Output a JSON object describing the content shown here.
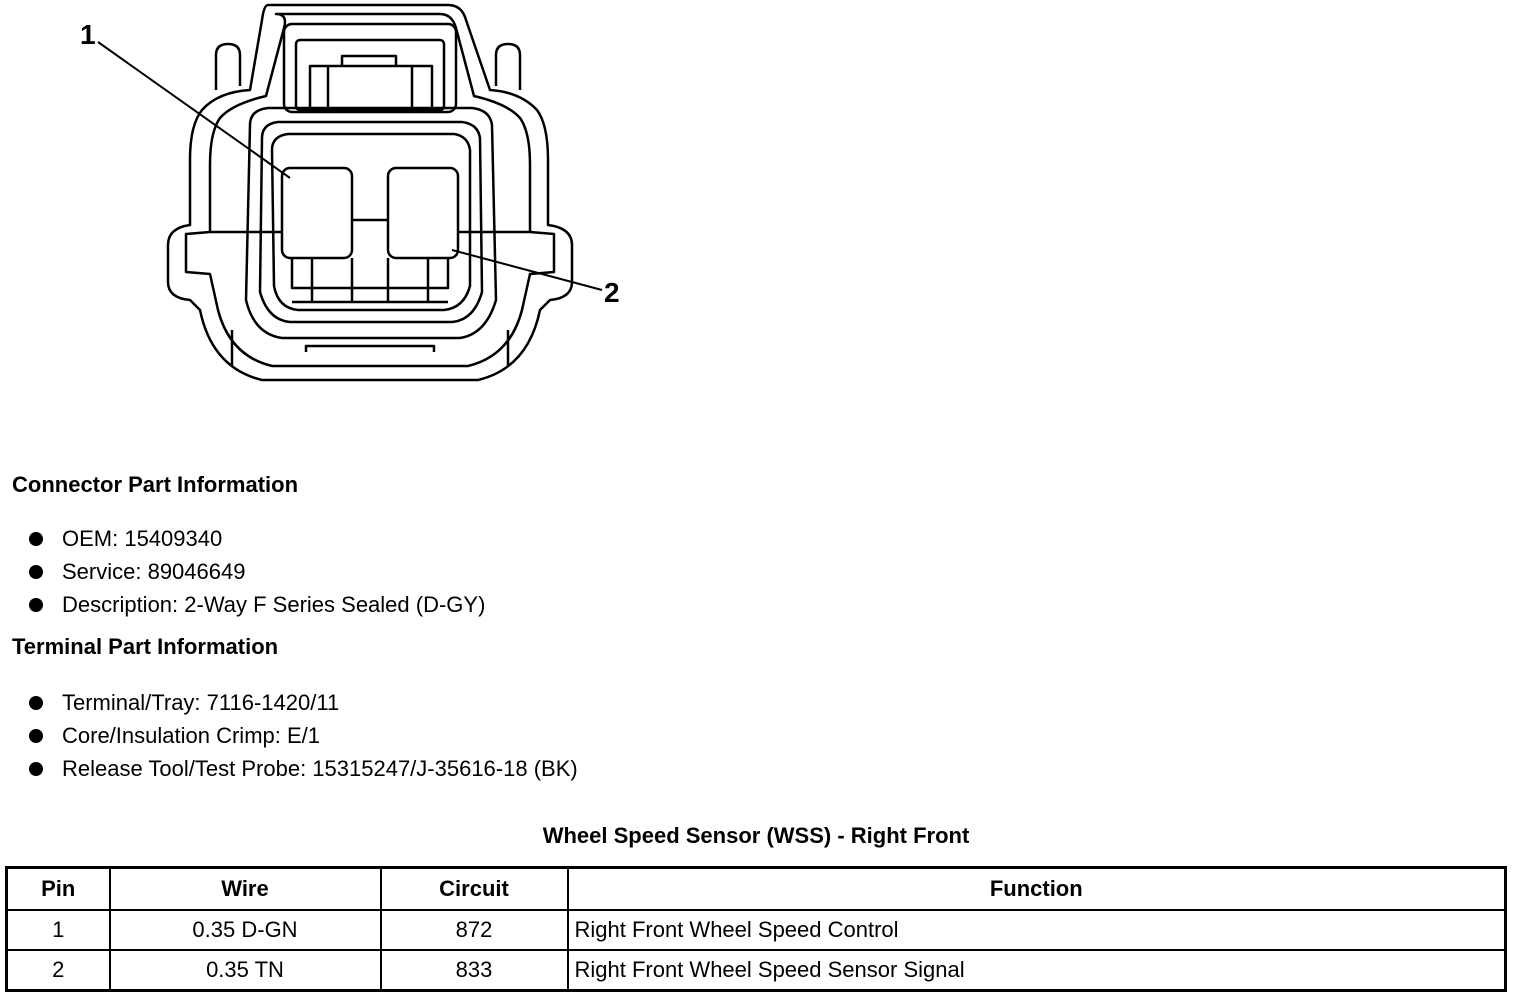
{
  "diagram": {
    "callouts": [
      {
        "label": "1"
      },
      {
        "label": "2"
      }
    ]
  },
  "connector_info": {
    "title": "Connector Part Information",
    "items": [
      "OEM: 15409340",
      "Service: 89046649",
      "Description: 2-Way F Series Sealed (D-GY)"
    ]
  },
  "terminal_info": {
    "title": "Terminal Part Information",
    "items": [
      "Terminal/Tray: 7116-1420/11",
      "Core/Insulation Crimp: E/1",
      "Release Tool/Test Probe: 15315247/J-35616-18 (BK)"
    ]
  },
  "table": {
    "title": "Wheel Speed Sensor (WSS) - Right Front",
    "headers": [
      "Pin",
      "Wire",
      "Circuit",
      "Function"
    ],
    "rows": [
      [
        "1",
        "0.35 D-GN",
        "872",
        "Right Front Wheel Speed Control"
      ],
      [
        "2",
        "0.35 TN",
        "833",
        "Right Front Wheel Speed Sensor Signal"
      ]
    ]
  }
}
